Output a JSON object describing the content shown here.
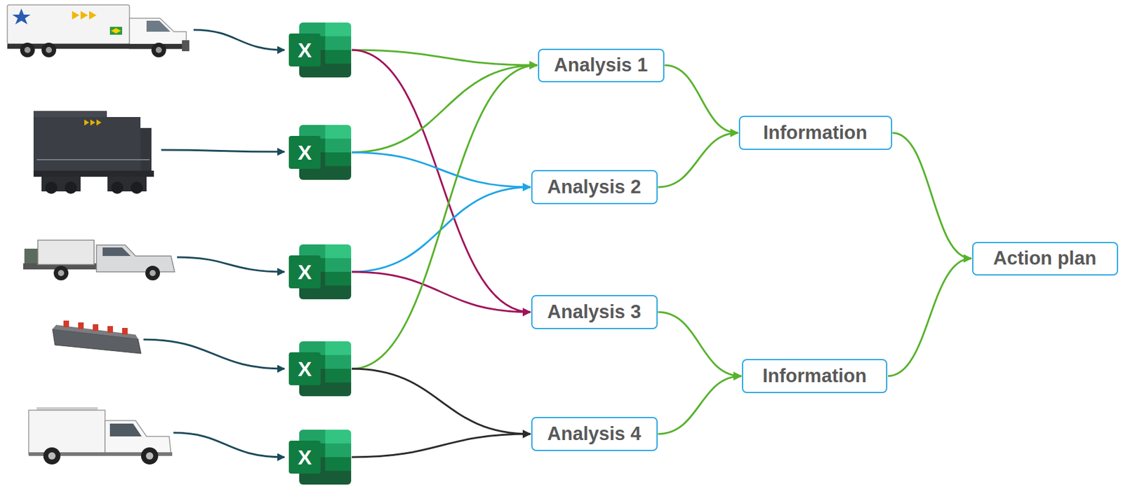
{
  "diagram": {
    "nodes": [
      {
        "text": [
          "X"
        ]
      },
      {
        "text": [
          "X"
        ]
      },
      {
        "text": [
          "X"
        ]
      },
      {
        "text": [
          "X"
        ]
      },
      {
        "text": [
          "X"
        ]
      },
      {
        "text": [
          "Analysis 1"
        ]
      },
      {
        "text": [
          "Analysis 2"
        ]
      },
      {
        "text": [
          "Analysis 3"
        ]
      },
      {
        "text": [
          "Analysis 4"
        ]
      },
      {
        "text": [
          "Information"
        ]
      },
      {
        "text": [
          "Information"
        ]
      },
      {
        "text": [
          "Action plan"
        ]
      }
    ],
    "edges": [
      {
        "from": 0,
        "to": 5,
        "arrow": "to"
      },
      {
        "from": 0,
        "to": 7,
        "arrow": "to"
      },
      {
        "from": 1,
        "to": 5,
        "arrow": "to"
      },
      {
        "from": 1,
        "to": 6,
        "arrow": "to"
      },
      {
        "from": 2,
        "to": 6,
        "arrow": "to"
      },
      {
        "from": 2,
        "to": 7,
        "arrow": "to"
      },
      {
        "from": 3,
        "to": 5,
        "arrow": "to"
      },
      {
        "from": 3,
        "to": 8,
        "arrow": "to"
      },
      {
        "from": 4,
        "to": 8,
        "arrow": "to"
      },
      {
        "from": 5,
        "to": 9,
        "arrow": "to"
      },
      {
        "from": 6,
        "to": 9,
        "arrow": "to"
      },
      {
        "from": 7,
        "to": 10,
        "arrow": "to"
      },
      {
        "from": 8,
        "to": 10,
        "arrow": "to"
      },
      {
        "from": 9,
        "to": 11,
        "arrow": "to"
      },
      {
        "from": 10,
        "to": 11,
        "arrow": "to"
      }
    ]
  }
}
